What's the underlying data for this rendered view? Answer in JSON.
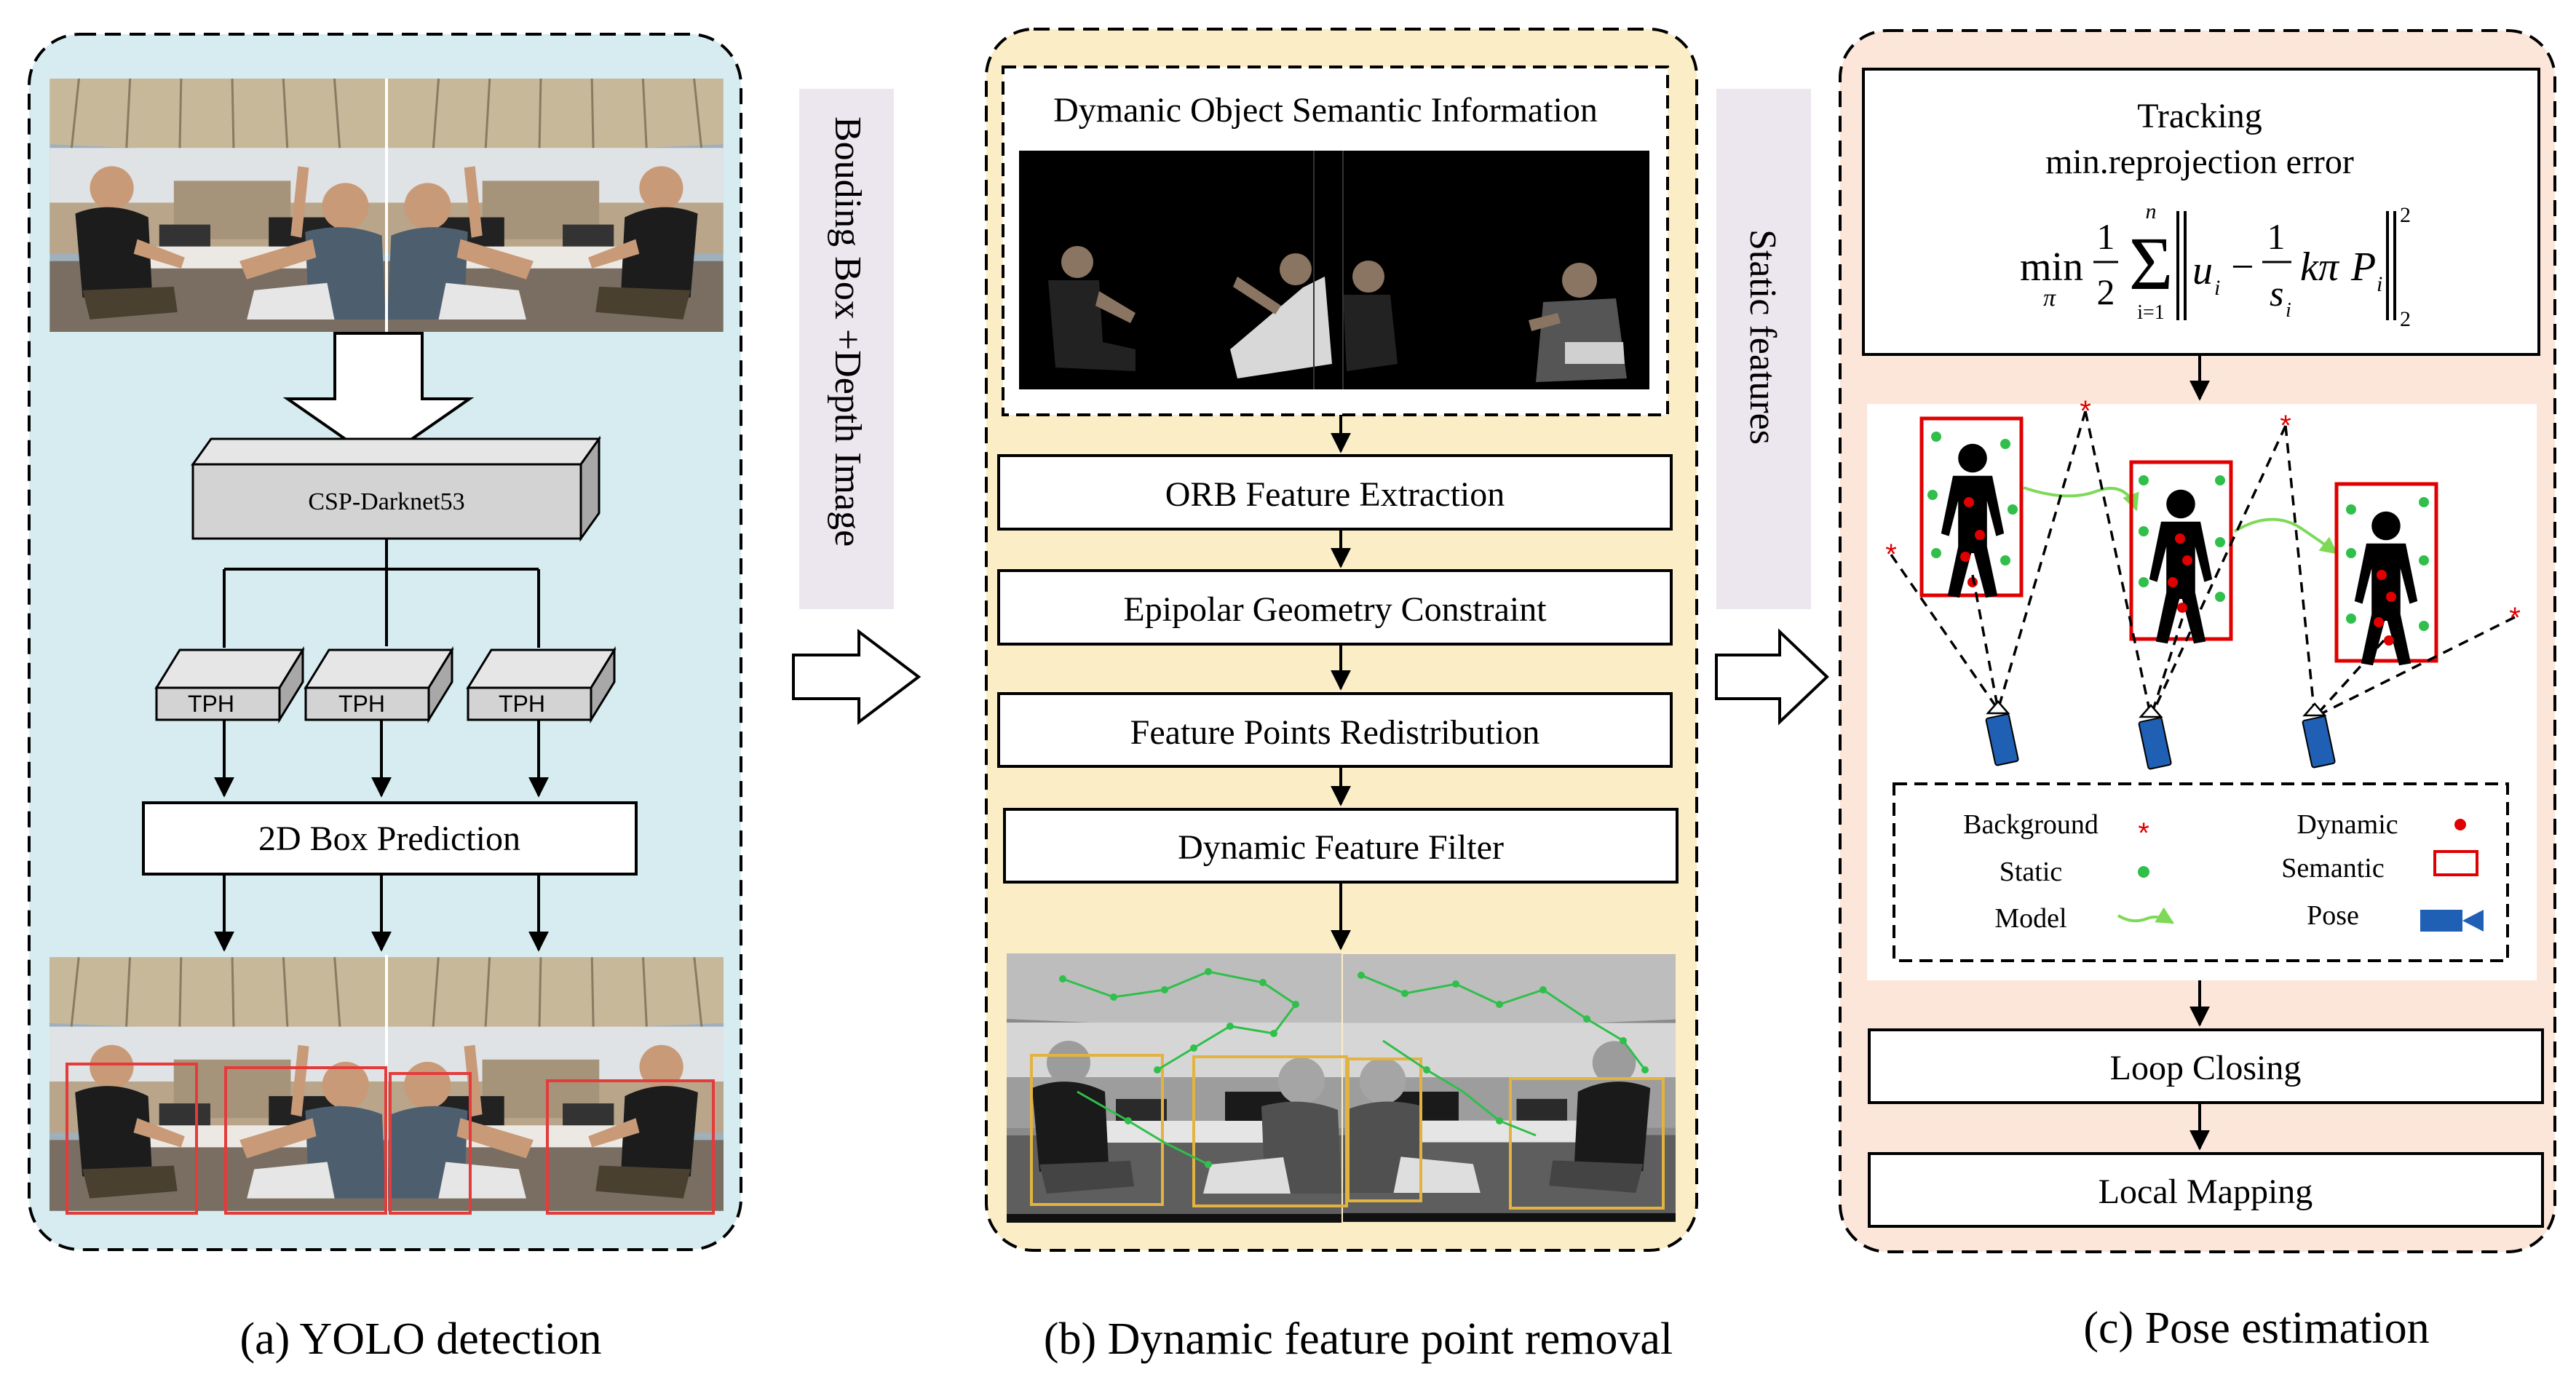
{
  "colors": {
    "panel_a": "#d6ecf1",
    "panel_b": "#fbeec6",
    "panel_c": "#fbe6d9",
    "label_box": "#ece7ee",
    "model_green": "#7ed957",
    "static_green": "#2fbf4a",
    "dynamic_red": "#e00000",
    "pose_blue": "#1f5fb4",
    "box_red": "#e43b3b",
    "box_yellow": "#e2b340"
  },
  "panel_a": {
    "backbone": "CSP-Darknet53",
    "tph_1": "TPH",
    "tph_2": "TPH",
    "tph_3": "TPH",
    "box_prediction": "2D Box Prediction",
    "caption": "(a) YOLO detection"
  },
  "arrow_label_1": "Bouding Box +Depth Image",
  "arrow_label_2": "Static features",
  "panel_b": {
    "semantic_title": "Dymanic Object Semantic Information",
    "step_1": "ORB Feature Extraction",
    "step_2": "Epipolar Geometry Constraint",
    "step_3": "Feature Points Redistribution",
    "step_4": "Dynamic Feature Filter",
    "caption": "(b) Dynamic feature point removal"
  },
  "panel_c": {
    "tracking_title": "Tracking",
    "tracking_subtitle": "min.reprojection error",
    "formula": {
      "min": "min",
      "min_sub": "π",
      "half_num": "1",
      "half_den": "2",
      "sigma": "Σ",
      "sum_top": "n",
      "sum_bottom": "i=1",
      "u": "u",
      "u_sub": "i",
      "minus": "−",
      "frac_num": "1",
      "frac_den": "s",
      "frac_den_sub": "i",
      "k_pi": "kπ",
      "p": "P",
      "p_sub": "i",
      "sup": "2",
      "sub": "2"
    },
    "legend": {
      "background": "Background",
      "static": "Static",
      "model": "Model",
      "dynamic": "Dynamic",
      "semantic": "Semantic",
      "pose": "Pose"
    },
    "loop_closing": "Loop Closing",
    "local_mapping": "Local Mapping",
    "caption": "(c) Pose estimation"
  }
}
